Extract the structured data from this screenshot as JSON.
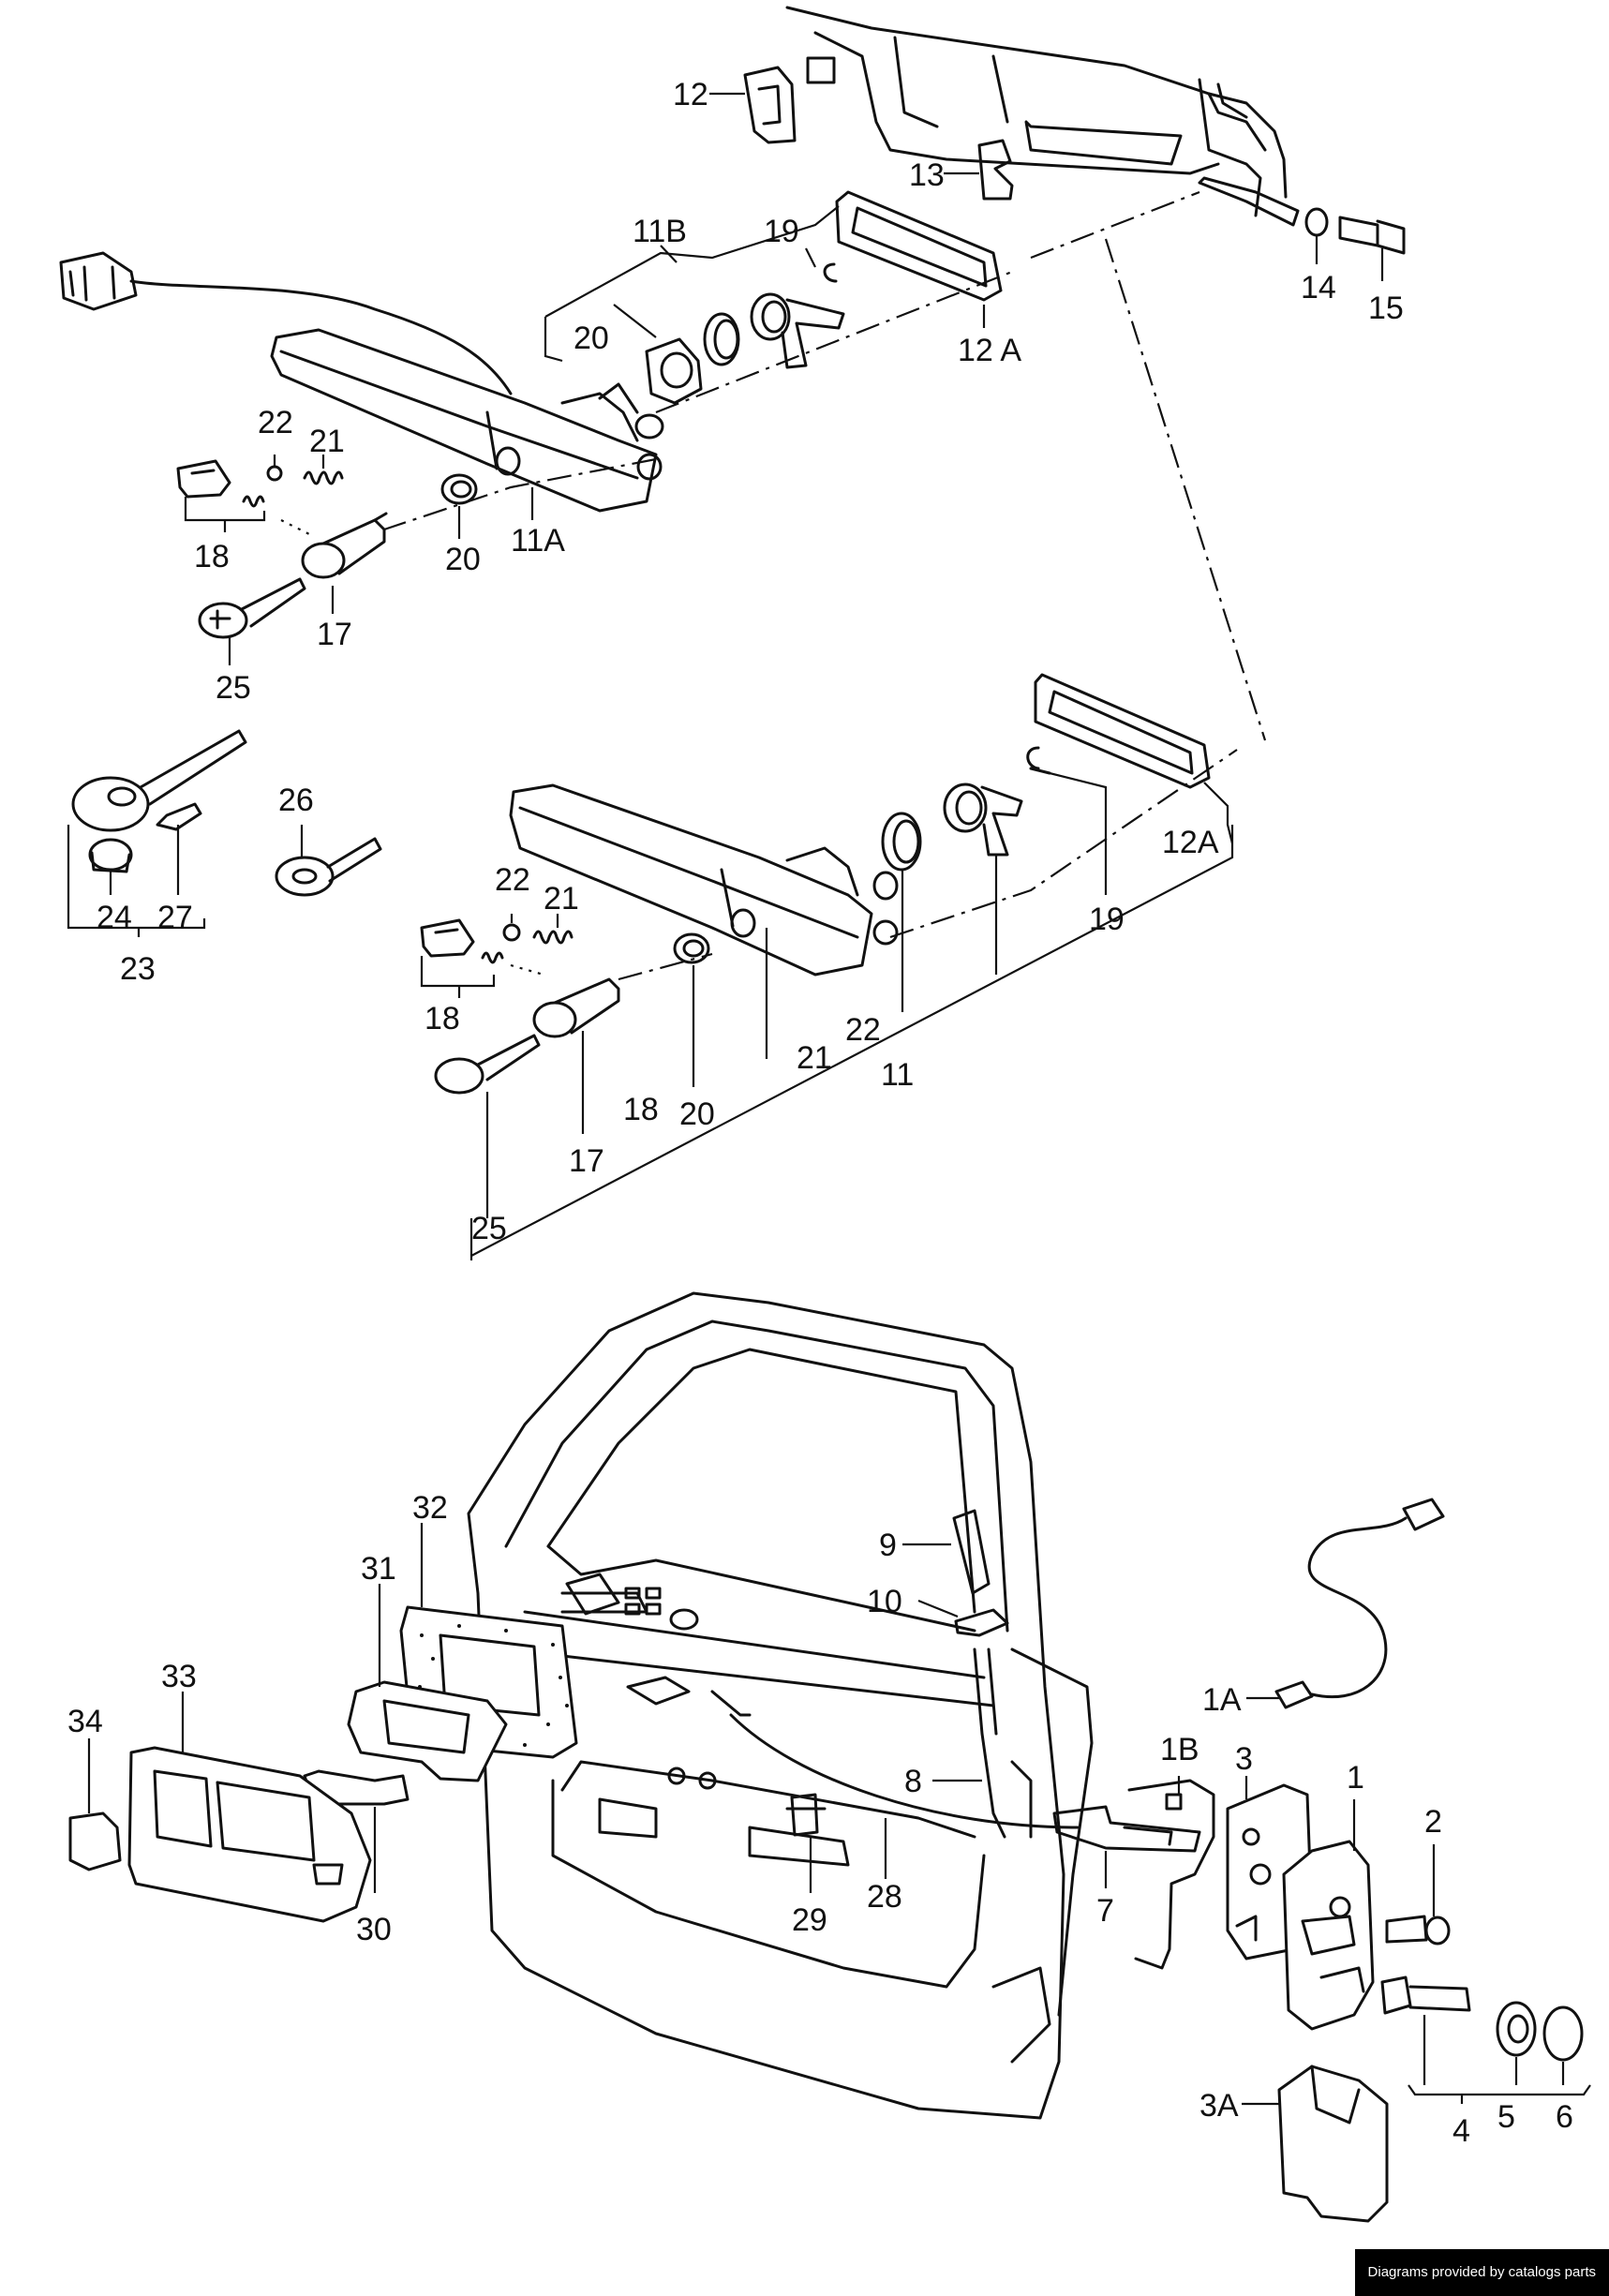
{
  "credit": "Diagrams provided by catalogs parts",
  "labels": [
    {
      "id": "12-top",
      "text": "12"
    },
    {
      "id": "13",
      "text": "13"
    },
    {
      "id": "11B",
      "text": "11B"
    },
    {
      "id": "19-top",
      "text": "19"
    },
    {
      "id": "20-top-a",
      "text": "20"
    },
    {
      "id": "12A-top",
      "text": "12 A"
    },
    {
      "id": "14",
      "text": "14"
    },
    {
      "id": "15",
      "text": "15"
    },
    {
      "id": "22-top",
      "text": "22"
    },
    {
      "id": "21-top",
      "text": "21"
    },
    {
      "id": "18-top",
      "text": "18"
    },
    {
      "id": "20-top-b",
      "text": "20"
    },
    {
      "id": "11A",
      "text": "11A"
    },
    {
      "id": "17-top",
      "text": "17"
    },
    {
      "id": "25-top",
      "text": "25"
    },
    {
      "id": "26",
      "text": "26"
    },
    {
      "id": "24",
      "text": "24"
    },
    {
      "id": "27",
      "text": "27"
    },
    {
      "id": "23",
      "text": "23"
    },
    {
      "id": "22-mid",
      "text": "22"
    },
    {
      "id": "21-mid",
      "text": "21"
    },
    {
      "id": "18-mid",
      "text": "18"
    },
    {
      "id": "12A-mid",
      "text": "12A"
    },
    {
      "id": "19-mid",
      "text": "19"
    },
    {
      "id": "22-list",
      "text": "22"
    },
    {
      "id": "21-list",
      "text": "21"
    },
    {
      "id": "11",
      "text": "11"
    },
    {
      "id": "20-mid",
      "text": "20"
    },
    {
      "id": "18-list",
      "text": "18"
    },
    {
      "id": "17-mid",
      "text": "17"
    },
    {
      "id": "25-mid",
      "text": "25"
    },
    {
      "id": "32",
      "text": "32"
    },
    {
      "id": "31",
      "text": "31"
    },
    {
      "id": "33",
      "text": "33"
    },
    {
      "id": "34",
      "text": "34"
    },
    {
      "id": "30",
      "text": "30"
    },
    {
      "id": "9",
      "text": "9"
    },
    {
      "id": "10",
      "text": "10"
    },
    {
      "id": "8",
      "text": "8"
    },
    {
      "id": "29",
      "text": "29"
    },
    {
      "id": "28",
      "text": "28"
    },
    {
      "id": "7",
      "text": "7"
    },
    {
      "id": "1A",
      "text": "1A"
    },
    {
      "id": "1B",
      "text": "1B"
    },
    {
      "id": "3",
      "text": "3"
    },
    {
      "id": "1",
      "text": "1"
    },
    {
      "id": "2",
      "text": "2"
    },
    {
      "id": "3A",
      "text": "3A"
    },
    {
      "id": "5",
      "text": "5"
    },
    {
      "id": "6",
      "text": "6"
    },
    {
      "id": "4",
      "text": "4"
    }
  ]
}
